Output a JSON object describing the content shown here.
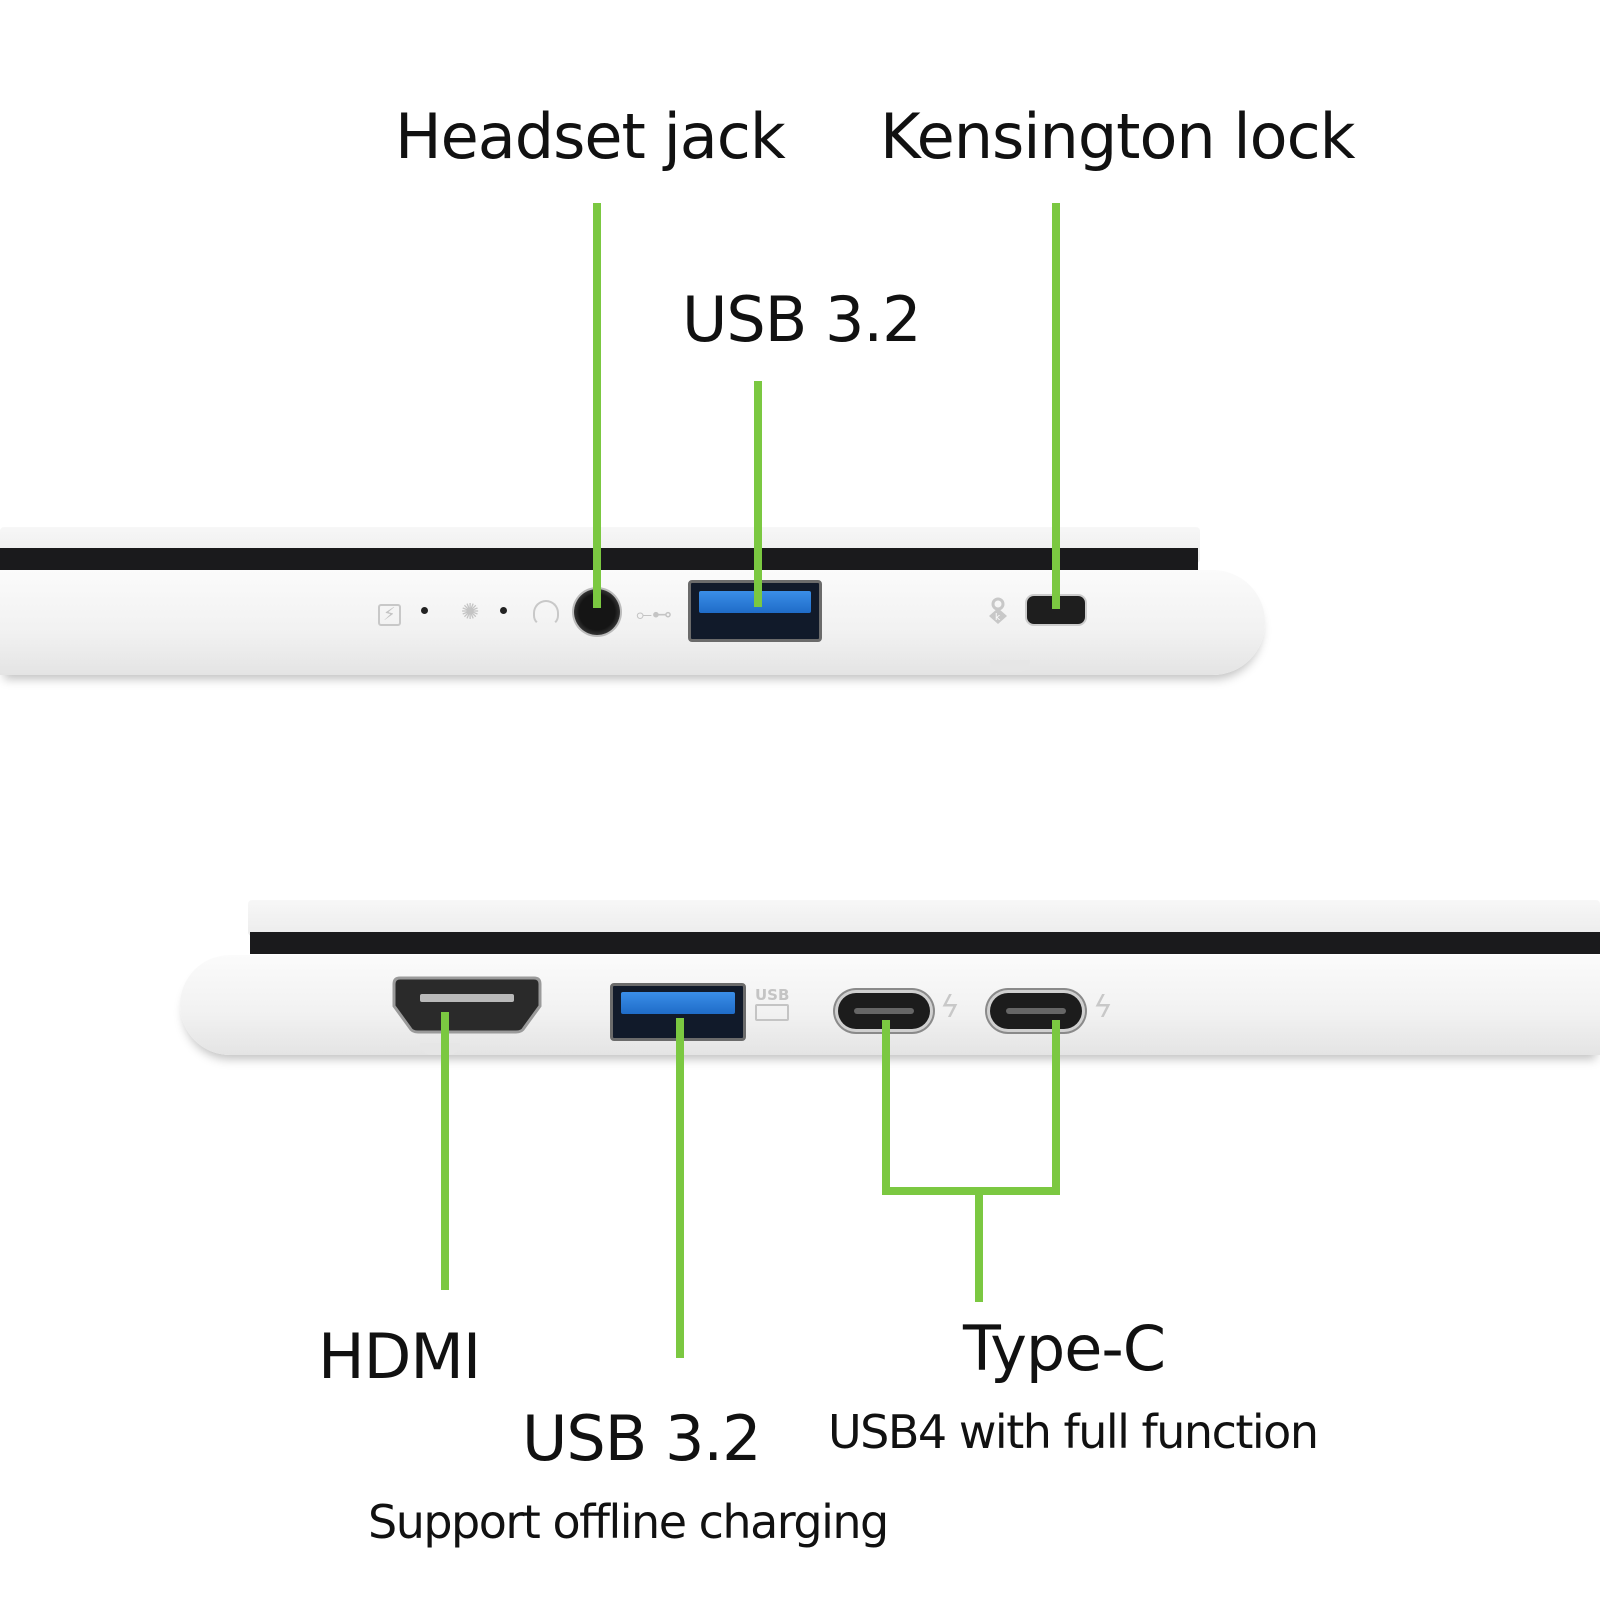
{
  "colors": {
    "callout_line": "#7bc841",
    "laptop_body": "#f4f4f4",
    "bezel": "#1a1a1c",
    "usb_blue": "#2f7fd9",
    "text": "#111111"
  },
  "top_view": {
    "labels": {
      "headset_jack": "Headset jack",
      "kensington_lock": "Kensington lock",
      "usb_a": "USB 3.2"
    },
    "indicator_icons": [
      "battery-charging-icon",
      "power-light-icon",
      "headset-icon",
      "usb-icon",
      "kensington-lock-icon"
    ],
    "glyphs": {
      "battery": "⚡",
      "light": "✺",
      "headset": "🎧",
      "usb": "⭠",
      "lock": "🔒"
    }
  },
  "bottom_view": {
    "labels": {
      "hdmi": "HDMI",
      "usb_a": "USB 3.2",
      "usb_a_note": "Support offline charging",
      "type_c": "Type-C",
      "type_c_note": "USB4 with full function"
    },
    "glyphs": {
      "usb_charge": "USB",
      "thunderbolt": "ϟ"
    }
  }
}
